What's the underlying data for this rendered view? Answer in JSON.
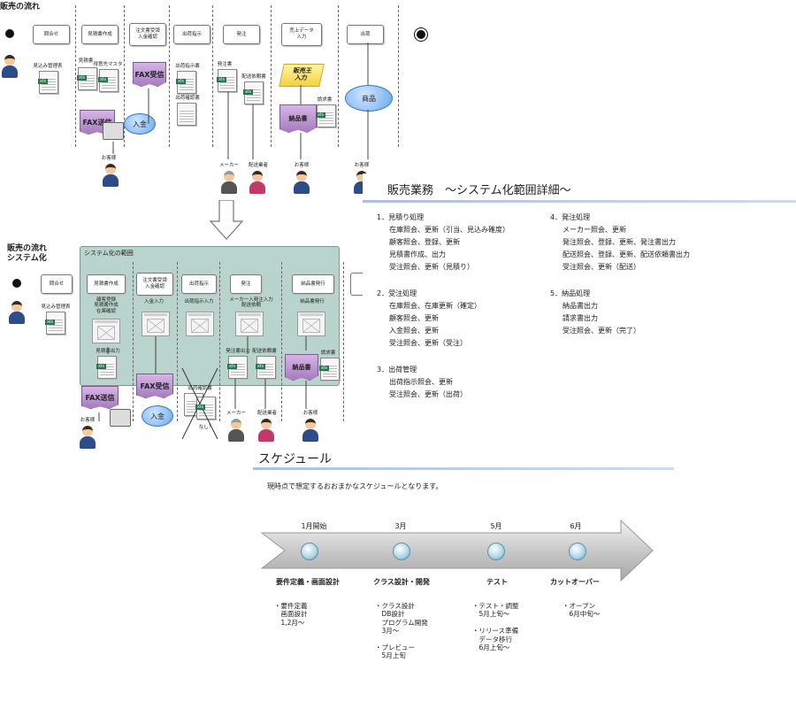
{
  "top_flow": {
    "title": "販売の流れ",
    "lanes": [
      "問合せ",
      "見積書作成",
      "注文書受領\n入金確認",
      "出荷指示",
      "発注",
      "売上データ\n入力",
      "出荷"
    ],
    "labels": {
      "quote_ledger": "見込み管理表",
      "quote": "見積書",
      "price_master": "得意先マスタ",
      "fax_in": "FAX受信",
      "fax_out": "FAX送信",
      "payment": "入金",
      "ship_instr": "出荷指示書",
      "ship_confirm": "出荷確認書",
      "order_sheet": "発注書",
      "delivery_req": "配送依頼書",
      "sales_king": "販売王\n入力",
      "invoice": "請求書",
      "delivery_note": "納品書",
      "goods": "商品",
      "customer1": "お客様",
      "maker": "メーカー",
      "courier": "配送業者",
      "customer2": "お客様",
      "customer3": "お客様",
      "xls": "xls"
    }
  },
  "sys_flow": {
    "title": "販売の流れ\nシステム化",
    "scope": "システム化の範囲",
    "lanes": [
      "問合せ",
      "見積書作成",
      "注文書受領\n入金確認",
      "出荷指示",
      "発注",
      "納品書発行"
    ],
    "labels": {
      "quote_ledger": "見込み管理表",
      "quote_steps": "顧客登録\n見積書作成\n在庫確認",
      "quote_out": "見積書出力",
      "pay_in": "入金入力",
      "ship_in": "出荷指示入力",
      "order_steps": "メーカー入発注入力\n配送依頼",
      "deliv_out": "納品書発行",
      "order_out": "発注書出力",
      "deliv_req_out": "配送依頼書",
      "invoice": "請求書",
      "delivery_note": "納品書",
      "fax_out": "FAX送信",
      "fax_in": "FAX受信",
      "payment": "入金",
      "ship_confirm": "出荷確認書",
      "none": "なし？",
      "customer1": "お客様",
      "maker": "メーカー",
      "courier": "配送業者",
      "customer2": "お客様",
      "xls": "xls"
    }
  },
  "detail": {
    "title": "販売業務　～システム化範囲詳細～",
    "sections": [
      {
        "head": "1．見積り処理",
        "items": [
          "在庫照会、更新（引当、見込み確度）",
          "顧客照会、登録、更新",
          "見積書作成、出力",
          "受注照会、更新（見積り）"
        ]
      },
      {
        "head": "2．受注処理",
        "items": [
          "在庫照会、在庫更新（確定）",
          "顧客照会、更新",
          "入金照会、更新",
          "受注照会、更新（受注）"
        ]
      },
      {
        "head": "3．出荷管理",
        "items": [
          "出荷指示照会、更新",
          "受注照会、更新（出荷）"
        ]
      },
      {
        "head": "4．発注処理",
        "items": [
          "メーカー照会、更新",
          "発注照会、登録、更新、発注書出力",
          "配送照会、登録、更新、配送依頼書出力",
          "受注照会、更新（配送）"
        ]
      },
      {
        "head": "5．納品処理",
        "items": [
          "納品書出力",
          "請求書出力",
          "受注照会、更新（完了）"
        ]
      }
    ]
  },
  "schedule": {
    "title": "スケジュール",
    "intro": "現時点で想定するおおまかなスケジュールとなります。",
    "milestones": [
      {
        "month": "1月開始",
        "phase": "要件定義・画面設計",
        "notes": "・要件定義\n　画面設計\n　1,2月～"
      },
      {
        "month": "3月",
        "phase": "クラス設計・開発",
        "notes": "・クラス設計\n　DB設計\n　プログラム開発\n　3月～\n\n・プレビュー\n　5月上旬"
      },
      {
        "month": "5月",
        "phase": "テスト",
        "notes": "・テスト・調整\n　5月上旬～\n\n・リリース準備\n　データ移行\n　6月上旬～"
      },
      {
        "month": "6月",
        "phase": "カットオーバー",
        "notes": "・オープン\n　6月中旬～"
      }
    ]
  },
  "colors": {
    "scope_bg": "#b9d3cd",
    "accent_line": "#a9c2e0"
  }
}
